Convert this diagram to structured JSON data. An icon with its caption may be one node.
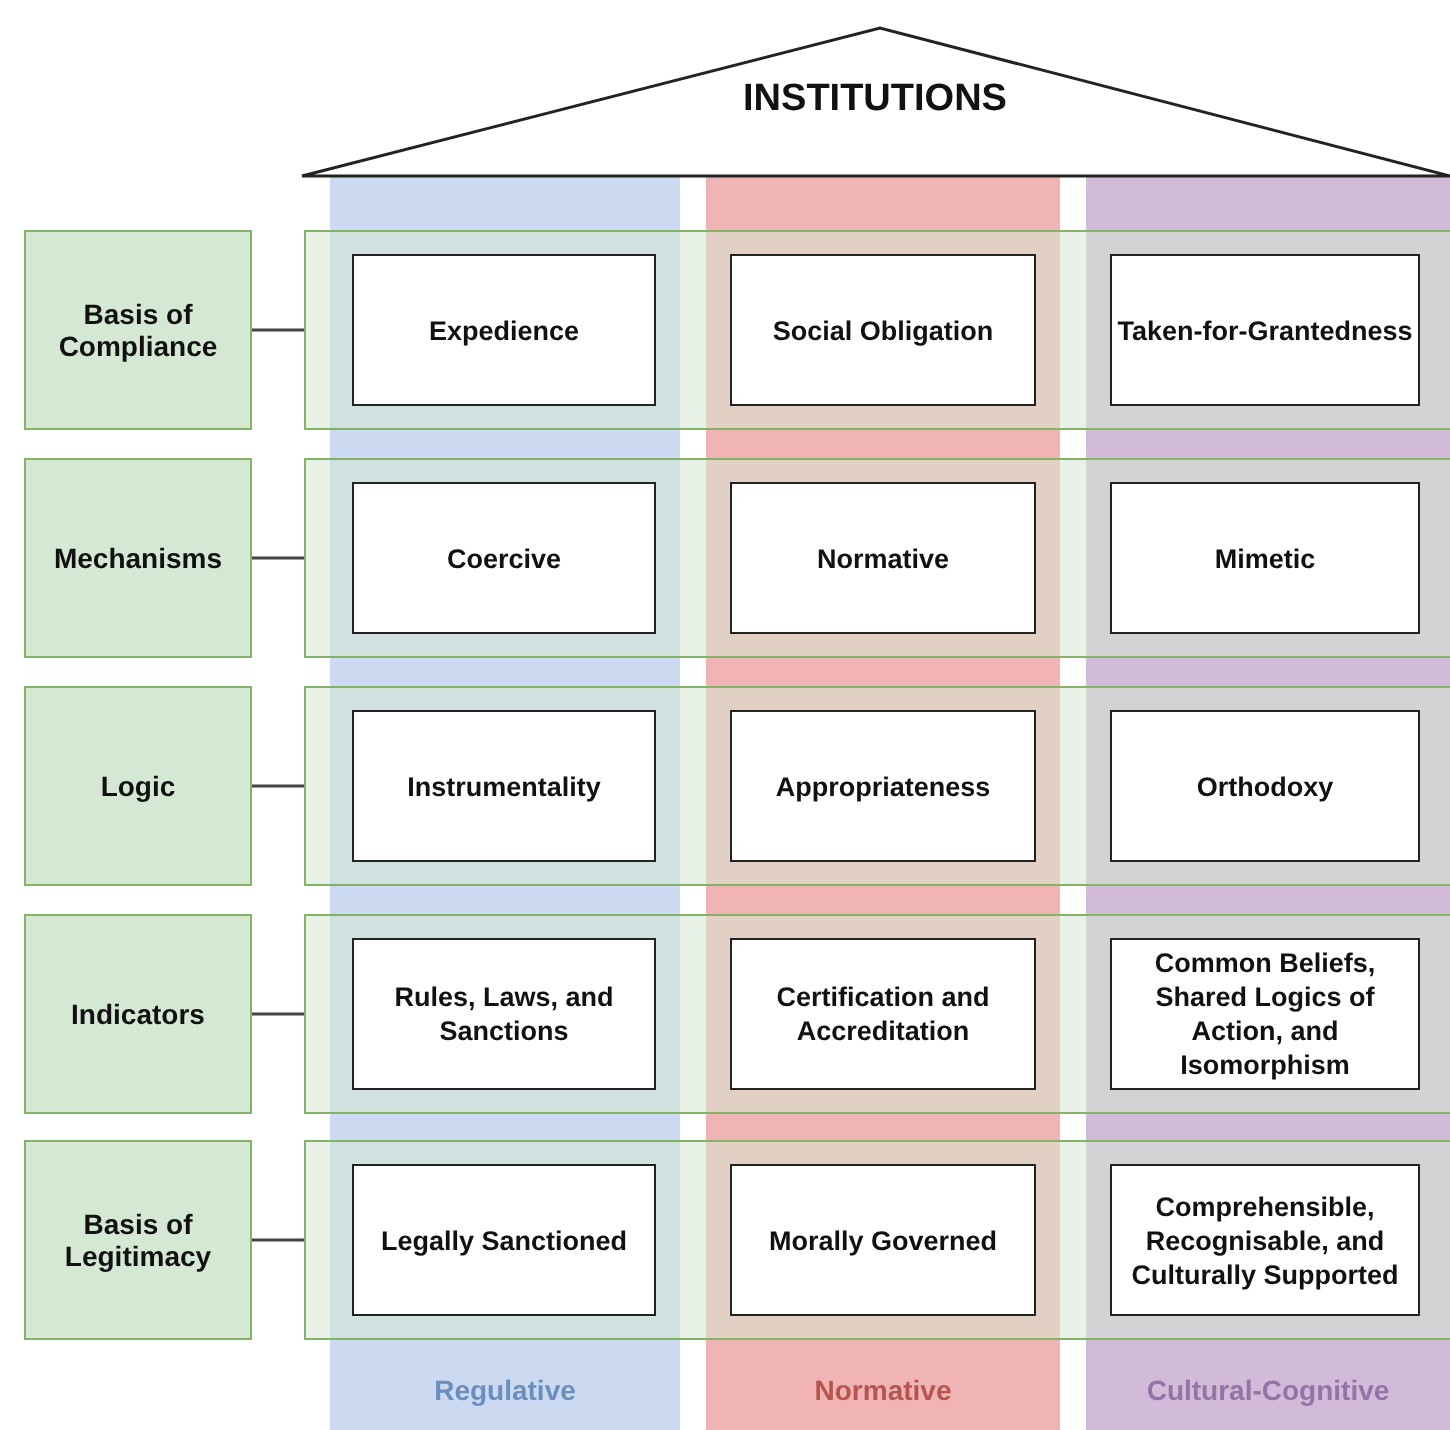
{
  "diagram": {
    "nodes": [
      {
        "text": [
          "INSTITUTIONS"
        ]
      },
      {
        "text": [
          "Regulative"
        ]
      },
      {
        "text": [
          "Normative"
        ]
      },
      {
        "text": [
          "Cultural-Cognitive"
        ]
      },
      {
        "text": [
          "Basis of Compliance"
        ]
      },
      {
        "text": [],
        "shape": "box"
      },
      {
        "text": [
          "Expedience"
        ]
      },
      {
        "text": [
          "Social Obligation"
        ]
      },
      {
        "text": [
          "Taken-for-Grantedness"
        ]
      },
      {
        "text": [
          "Mechanisms"
        ]
      },
      {
        "text": [],
        "shape": "box"
      },
      {
        "text": [
          "Coercive"
        ]
      },
      {
        "text": [
          "Normative"
        ]
      },
      {
        "text": [
          "Mimetic"
        ]
      },
      {
        "text": [
          "Logic"
        ]
      },
      {
        "text": [],
        "shape": "box"
      },
      {
        "text": [
          "Instrumentality"
        ]
      },
      {
        "text": [
          "Appropriateness"
        ]
      },
      {
        "text": [
          "Orthodoxy"
        ]
      },
      {
        "text": [
          "Indicators"
        ]
      },
      {
        "text": [],
        "shape": "box"
      },
      {
        "text": [
          "Rules, Laws, and Sanctions"
        ]
      },
      {
        "text": [
          "Certification and Accreditation"
        ]
      },
      {
        "text": [
          "Common Beliefs, Shared Logics of Action, and Isomorphism"
        ]
      },
      {
        "text": [
          "Basis of Legitimacy"
        ]
      },
      {
        "text": [],
        "shape": "box"
      },
      {
        "text": [
          "Legally Sanctioned"
        ]
      },
      {
        "text": [
          "Morally Governed"
        ]
      },
      {
        "text": [
          "Comprehensible, Recognisable, and Culturally Supported"
        ]
      }
    ],
    "edges": [
      {
        "from": 4,
        "to": 5,
        "arrow": "none"
      },
      {
        "from": 9,
        "to": 10,
        "arrow": "none"
      },
      {
        "from": 14,
        "to": 15,
        "arrow": "none"
      },
      {
        "from": 19,
        "to": 20,
        "arrow": "none"
      },
      {
        "from": 24,
        "to": 25,
        "arrow": "none"
      }
    ]
  }
}
